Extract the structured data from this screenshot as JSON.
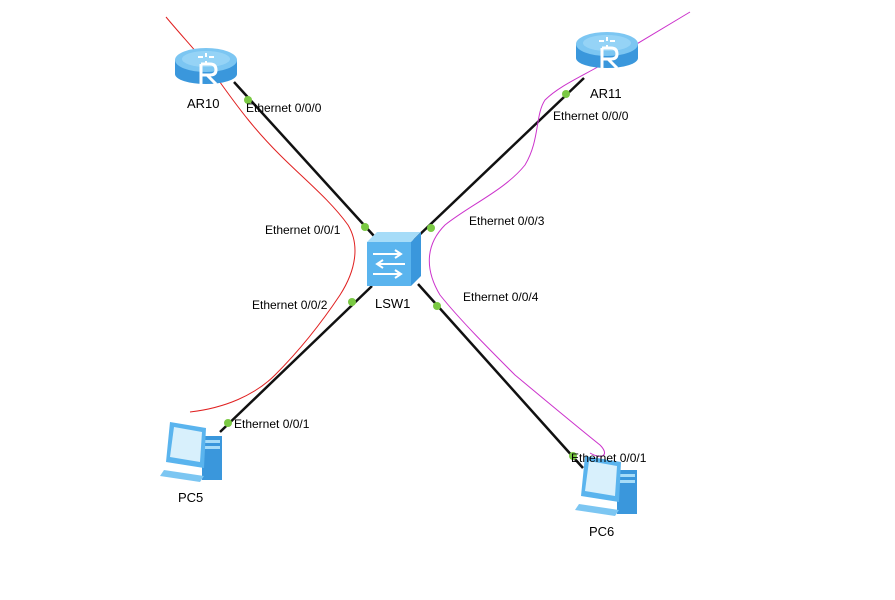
{
  "devices": {
    "ar10": {
      "name": "AR10",
      "type": "router"
    },
    "ar11": {
      "name": "AR11",
      "type": "router"
    },
    "lsw1": {
      "name": "LSW1",
      "type": "switch"
    },
    "pc5": {
      "name": "PC5",
      "type": "pc"
    },
    "pc6": {
      "name": "PC6",
      "type": "pc"
    }
  },
  "links": [
    {
      "from": "AR10",
      "from_port": "Ethernet 0/0/0",
      "to": "LSW1",
      "to_port": "Ethernet 0/0/1"
    },
    {
      "from": "AR11",
      "from_port": "Ethernet 0/0/0",
      "to": "LSW1",
      "to_port": "Ethernet 0/0/3"
    },
    {
      "from": "PC5",
      "from_port": "Ethernet 0/0/1",
      "to": "LSW1",
      "to_port": "Ethernet 0/0/2"
    },
    {
      "from": "PC6",
      "from_port": "Ethernet 0/0/1",
      "to": "LSW1",
      "to_port": "Ethernet 0/0/4"
    }
  ],
  "annotations": {
    "red_curve_color": "#e02020",
    "magenta_curve_color": "#cc33cc",
    "port_dot_color": "#7ac943",
    "link_color": "#111111",
    "device_color": "#5ab4ee"
  }
}
